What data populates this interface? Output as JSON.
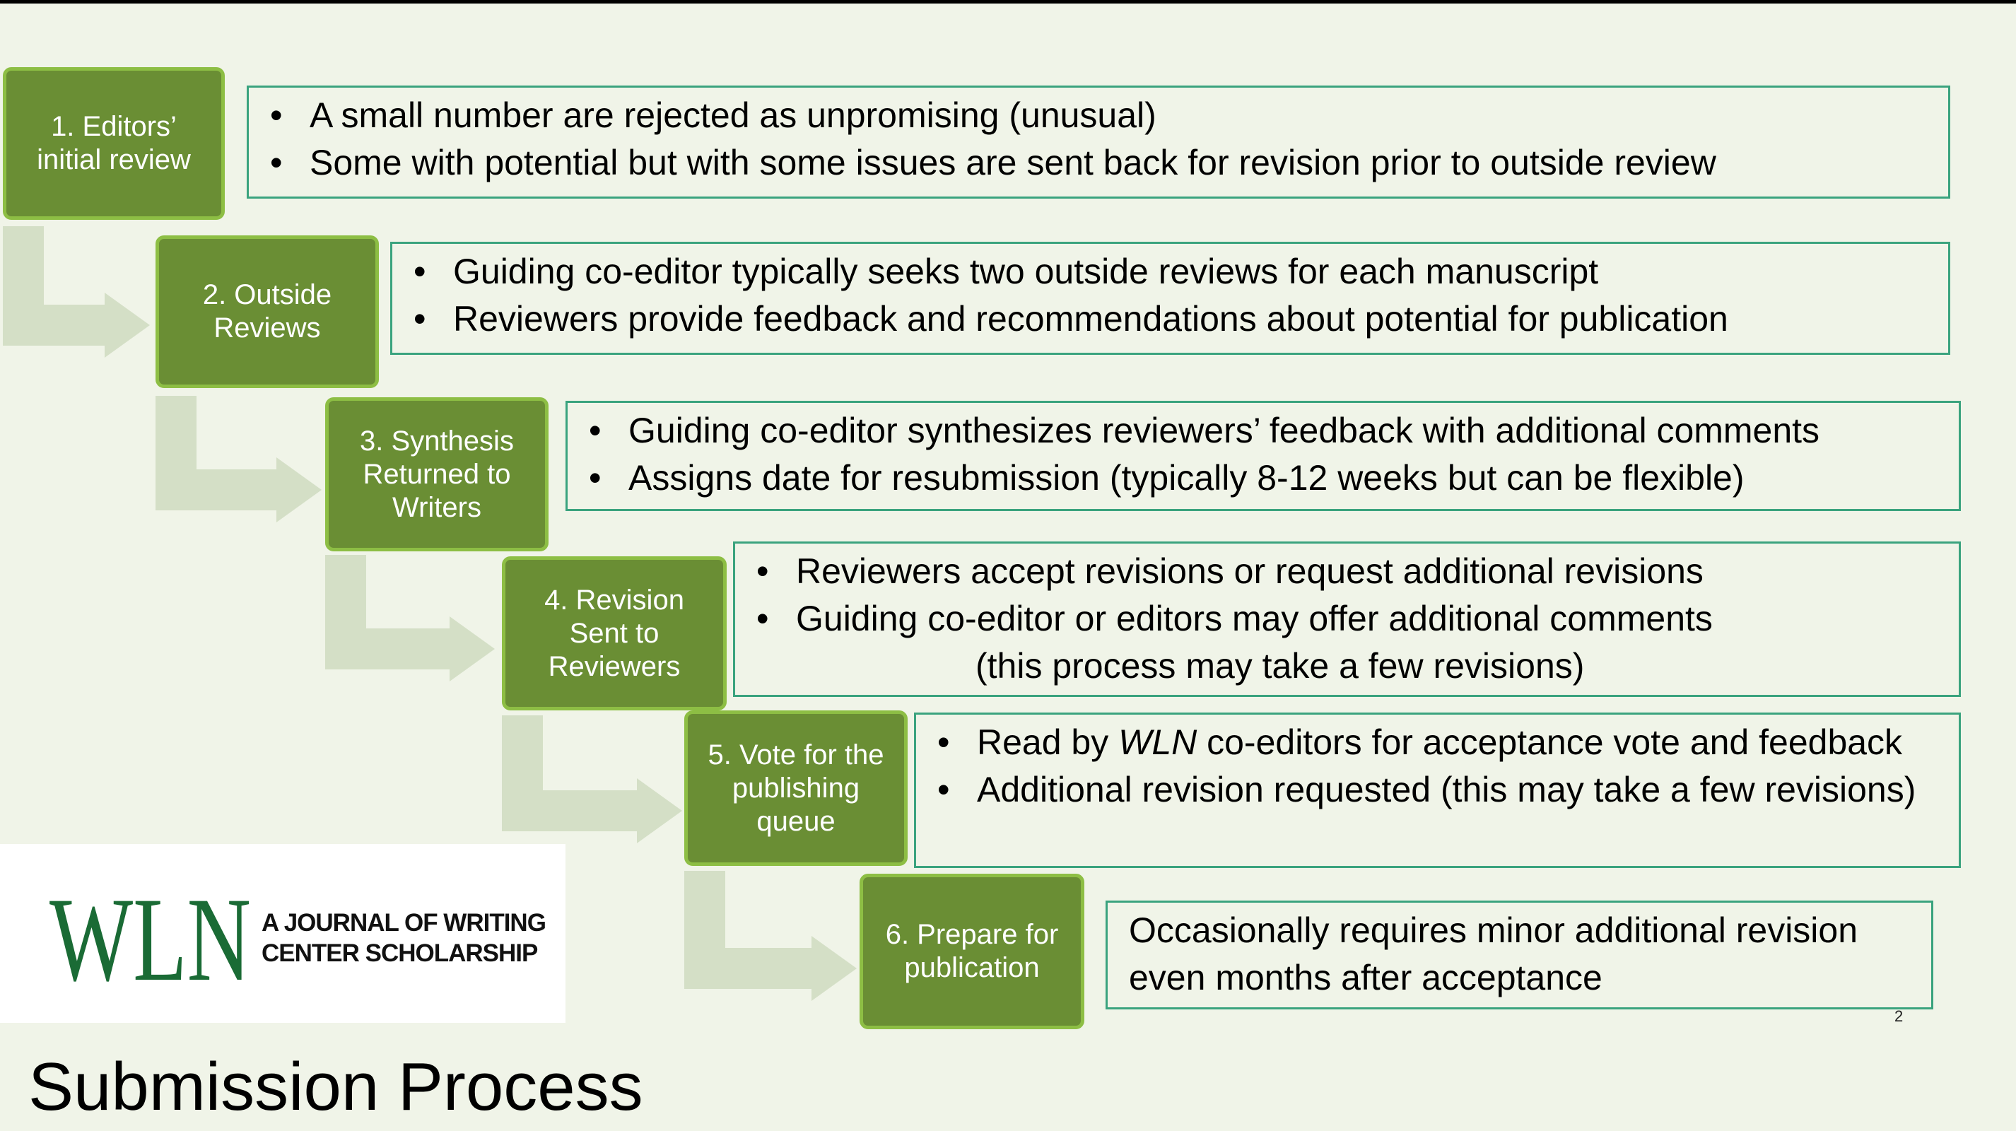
{
  "title": "Submission Process",
  "page_number": "2",
  "logo": {
    "wordmark": "WLN",
    "tagline_line1": "A JOURNAL OF WRITING",
    "tagline_line2": "CENTER SCHOLARSHIP"
  },
  "colors": {
    "step_fill": "#6a8e34",
    "step_border": "#8dbe44",
    "box_border": "#3aa37e",
    "arrow": "#d4dfc6",
    "background": "#f0f4e8"
  },
  "steps": [
    {
      "lines": [
        "1. Editors’",
        "initial review"
      ],
      "notes": [
        "A small number are rejected as unpromising (unusual)",
        "Some with potential but with some issues are sent back for revision prior to outside review"
      ]
    },
    {
      "lines": [
        "2. Outside",
        "Reviews"
      ],
      "notes": [
        "Guiding co-editor typically seeks two outside reviews for each manuscript",
        "Reviewers provide feedback and recommendations about potential for publication"
      ]
    },
    {
      "lines": [
        "3. Synthesis",
        "Returned to",
        "Writers"
      ],
      "notes": [
        "Guiding co-editor synthesizes reviewers’ feedback with additional comments",
        "Assigns date for resubmission (typically 8-12 weeks  but can be flexible)"
      ]
    },
    {
      "lines": [
        "4. Revision",
        "Sent to",
        "Reviewers"
      ],
      "notes": [
        "Reviewers accept revisions or request additional revisions",
        "Guiding co-editor or editors may offer additional comments"
      ],
      "continuation": "(this process may take a few revisions)"
    },
    {
      "lines": [
        "5. Vote for the",
        "publishing",
        "queue"
      ],
      "notes_rich": {
        "pre": "Read by ",
        "em": "WLN",
        "post": " co-editors for acceptance vote and feedback"
      },
      "notes": [
        "Additional revision requested (this may take a few revisions)"
      ]
    },
    {
      "lines": [
        "6. Prepare for",
        "publication"
      ],
      "plain": [
        "Occasionally requires minor additional revision",
        "even months after acceptance"
      ]
    }
  ]
}
